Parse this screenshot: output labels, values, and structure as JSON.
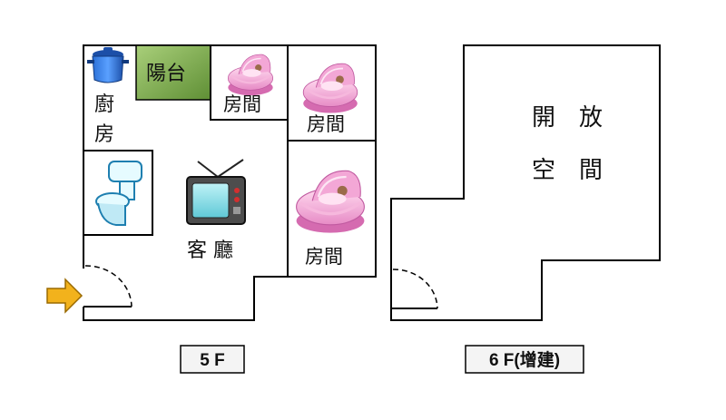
{
  "floor5": {
    "caption": "5 F",
    "rooms": {
      "kitchen": "廚\n房",
      "balcony": "陽台",
      "bedroom_small": "房間",
      "bedroom_top_right": "房間",
      "bedroom_mid_right": "房間",
      "living_room": "客 廳"
    },
    "icons": [
      "cooking-pot-icon",
      "toilet-icon",
      "tv-icon",
      "crib-icon",
      "entrance-arrow-icon",
      "door-swing-icon"
    ]
  },
  "floor6": {
    "caption": "6 F(增建)",
    "open_space_line1": "開　放",
    "open_space_line2": "空　間"
  },
  "colors": {
    "balcony_fill": "#7aa84a",
    "arrow_fill": "#f2b21c",
    "wall": "#000000"
  }
}
